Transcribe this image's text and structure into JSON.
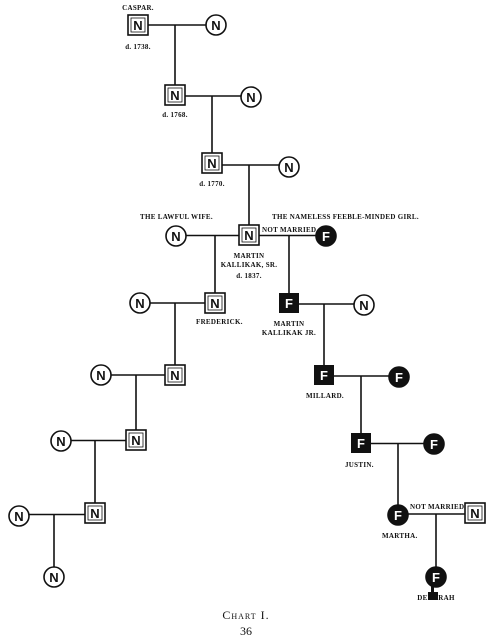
{
  "caption": "Chart I.",
  "page_number": "36",
  "notes": {
    "lawful": "THE LAWFUL WIFE.",
    "nameless": "THE NAMELESS FEEBLE-MINDED GIRL.",
    "not_married_1": "NOT MARRIED",
    "not_married_2": "NOT MARRIED"
  },
  "people": [
    {
      "key": "caspar",
      "sex": "male",
      "mark": "N",
      "name": "CASPAR.",
      "note": "d. 1738."
    },
    {
      "key": "w1",
      "sex": "female",
      "mark": "N"
    },
    {
      "key": "m2",
      "sex": "male",
      "mark": "N",
      "note": "d. 1768."
    },
    {
      "key": "w2",
      "sex": "female",
      "mark": "N"
    },
    {
      "key": "m3",
      "sex": "male",
      "mark": "N",
      "note": "d. 1770."
    },
    {
      "key": "w3",
      "sex": "female",
      "mark": "N"
    },
    {
      "key": "martin",
      "sex": "male",
      "mark": "N",
      "name": "MARTIN KALLIKAK, SR.",
      "note": "d. 1837."
    },
    {
      "key": "lawful",
      "sex": "female",
      "mark": "N"
    },
    {
      "key": "nameless",
      "sex": "female",
      "mark": "F"
    },
    {
      "key": "frederick",
      "sex": "male",
      "mark": "N",
      "name": "FREDERICK."
    },
    {
      "key": "fw",
      "sex": "female",
      "mark": "N"
    },
    {
      "key": "l3",
      "sex": "male",
      "mark": "N"
    },
    {
      "key": "l3w",
      "sex": "female",
      "mark": "N"
    },
    {
      "key": "l4",
      "sex": "male",
      "mark": "N"
    },
    {
      "key": "l4w",
      "sex": "female",
      "mark": "N"
    },
    {
      "key": "l5",
      "sex": "male",
      "mark": "N"
    },
    {
      "key": "l5w",
      "sex": "female",
      "mark": "N"
    },
    {
      "key": "l6",
      "sex": "female",
      "mark": "N"
    },
    {
      "key": "mjr",
      "sex": "male",
      "mark": "F",
      "name": "MARTIN KALLIKAK JR."
    },
    {
      "key": "mjrw",
      "sex": "female",
      "mark": "N"
    },
    {
      "key": "millard",
      "sex": "male",
      "mark": "F",
      "name": "MILLARD."
    },
    {
      "key": "millardw",
      "sex": "female",
      "mark": "F"
    },
    {
      "key": "justin",
      "sex": "male",
      "mark": "F",
      "name": "JUSTIN."
    },
    {
      "key": "justinw",
      "sex": "female",
      "mark": "F"
    },
    {
      "key": "martha",
      "sex": "female",
      "mark": "F",
      "name": "MARTHA."
    },
    {
      "key": "mm",
      "sex": "male",
      "mark": "N"
    },
    {
      "key": "deborah",
      "sex": "female",
      "mark": "F",
      "name": "DEBORAH"
    }
  ],
  "unions": [
    {
      "a": "caspar",
      "b": "w1",
      "child": "m2"
    },
    {
      "a": "m2",
      "b": "w2",
      "child": "m3"
    },
    {
      "a": "m3",
      "b": "w3",
      "child": "martin"
    },
    {
      "a": "lawful",
      "b": "martin",
      "child": "frederick"
    },
    {
      "a": "martin",
      "b": "nameless",
      "child": "mjr"
    },
    {
      "a": "fw",
      "b": "frederick",
      "child": "l3"
    },
    {
      "a": "l3w",
      "b": "l3",
      "child": "l4"
    },
    {
      "a": "l4w",
      "b": "l4",
      "child": "l5"
    },
    {
      "a": "l5w",
      "b": "l5",
      "child": "l6"
    },
    {
      "a": "mjr",
      "b": "mjrw",
      "child": "millard"
    },
    {
      "a": "millard",
      "b": "millardw",
      "child": "justin"
    },
    {
      "a": "justin",
      "b": "justinw",
      "child": "martha"
    },
    {
      "a": "martha",
      "b": "mm",
      "child": "deborah"
    }
  ]
}
